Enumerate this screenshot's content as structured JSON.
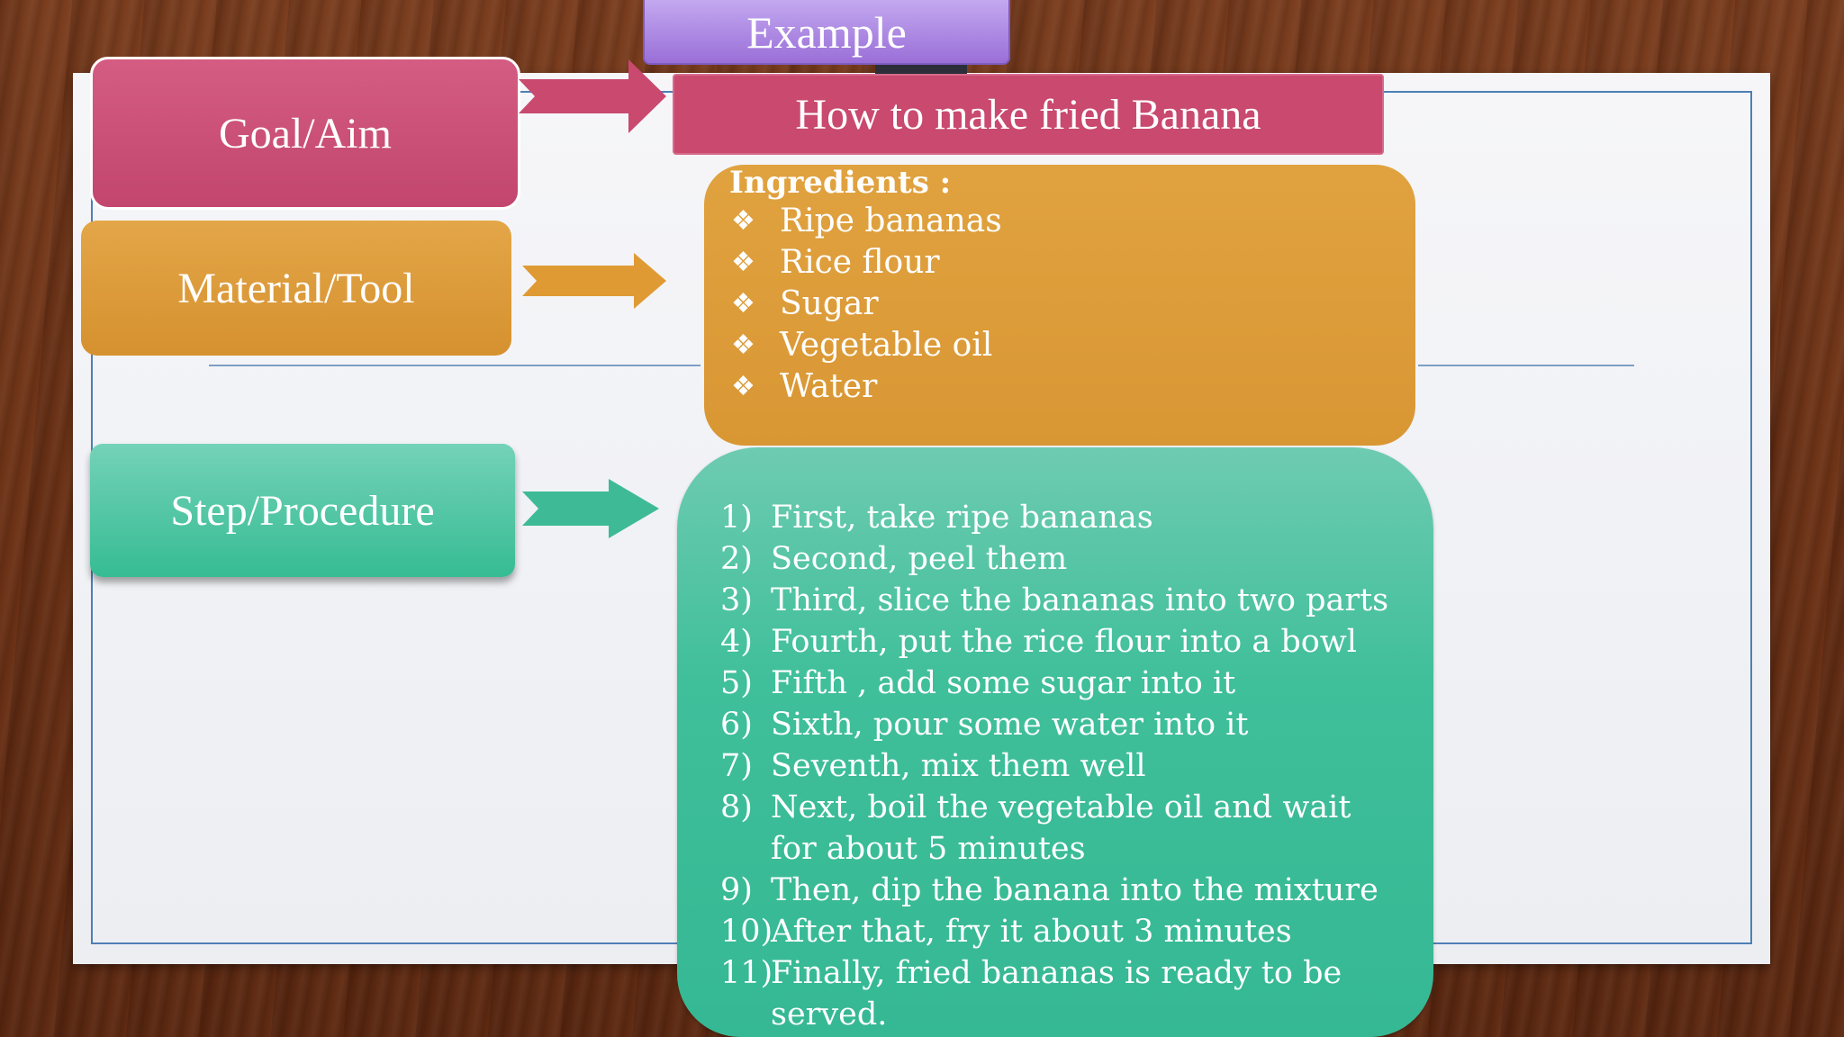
{
  "slide": {
    "title": "Example",
    "labels": {
      "goal": "Goal/Aim",
      "material": "Material/Tool",
      "step": "Step/Procedure"
    },
    "goal_text": "How to make fried Banana",
    "ingredients": {
      "title": "Ingredients :",
      "bullet": "❖",
      "items": [
        "Ripe bananas",
        "Rice flour",
        "Sugar",
        "Vegetable oil",
        "Water"
      ]
    },
    "steps": [
      {
        "num": "1)",
        "text": "First, take ripe bananas"
      },
      {
        "num": "2)",
        "text": "Second, peel them"
      },
      {
        "num": "3)",
        "text": "Third, slice the bananas into two parts"
      },
      {
        "num": "4)",
        "text": "Fourth, put the rice flour into a bowl"
      },
      {
        "num": "5)",
        "text": "Fifth , add some sugar into it"
      },
      {
        "num": "6)",
        "text": "Sixth, pour some water into it"
      },
      {
        "num": "7)",
        "text": "Seventh, mix them well"
      },
      {
        "num": "8)",
        "text": "Next, boil the vegetable oil and wait",
        "text2": "for about 5 minutes"
      },
      {
        "num": "9)",
        "text": "Then, dip the banana into the mixture"
      },
      {
        "num": "10)",
        "text": "After that, fry it about 3 minutes"
      },
      {
        "num": "11)",
        "text": "Finally, fried bananas is ready to be",
        "text2": "served."
      }
    ],
    "colors": {
      "goal": "#c9496f",
      "material": "#d99734",
      "step": "#3fbf9a",
      "title_tab": "#9a6fd8",
      "frame": "#4f7fb3"
    }
  }
}
